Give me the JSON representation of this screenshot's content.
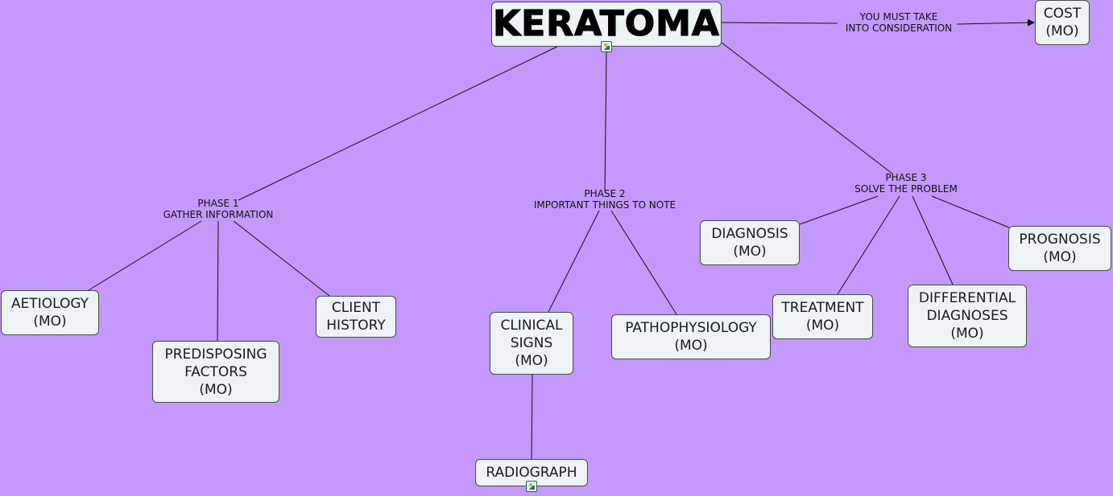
{
  "map": {
    "title": "KERATOMA",
    "cost": "COST\n(MO)",
    "cost_link": "YOU MUST TAKE\nINTO CONSIDERATION",
    "phase1": {
      "label": "PHASE 1\nGATHER INFORMATION",
      "aetiology": "AETIOLOGY\n(MO)",
      "predisposing": "PREDISPOSING\nFACTORS\n(MO)",
      "history": "CLIENT\nHISTORY"
    },
    "phase2": {
      "label": "PHASE 2\nIMPORTANT THINGS TO NOTE",
      "clinical": "CLINICAL\nSIGNS\n(MO)",
      "patho": "PATHOPHYSIOLOGY\n(MO)",
      "radiograph": "RADIOGRAPH"
    },
    "phase3": {
      "label": "PHASE 3\nSOLVE THE PROBLEM",
      "diagnosis": "DIAGNOSIS\n(MO)",
      "treatment": "TREATMENT\n(MO)",
      "differential": "DIFFERENTIAL\nDIAGNOSES\n(MO)",
      "prognosis": "PROGNOSIS\n(MO)"
    }
  },
  "icons": [
    "image-resource-icon"
  ]
}
